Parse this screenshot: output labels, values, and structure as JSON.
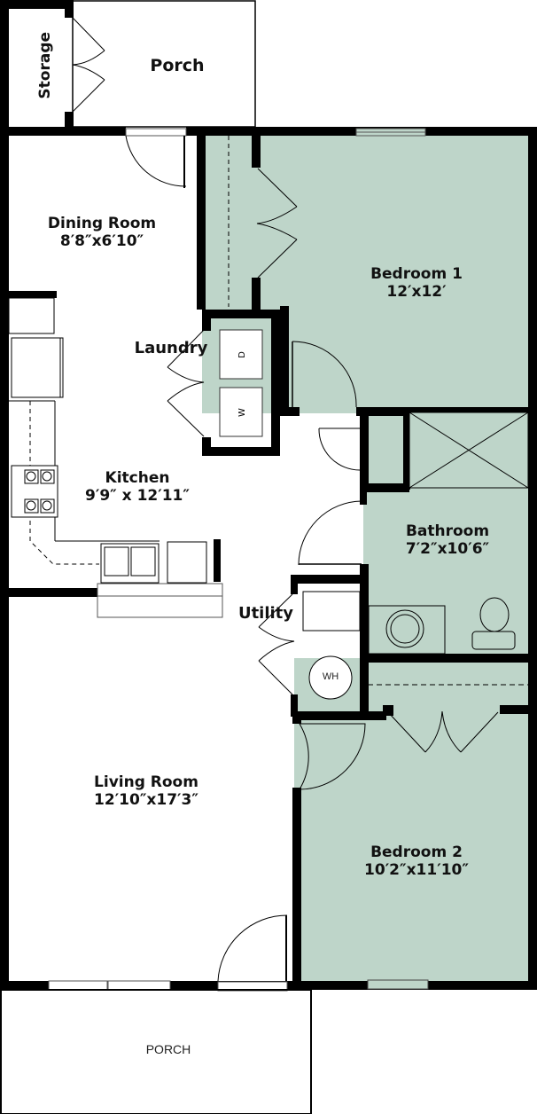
{
  "plan": {
    "colors": {
      "wall": "#000000",
      "bedroom_fill": "#bed5c9",
      "open_fill": "#ffffff",
      "text": "#111111"
    },
    "rooms": [
      {
        "id": "storage",
        "name": "Storage",
        "dims": ""
      },
      {
        "id": "porch_top",
        "name": "Porch",
        "dims": ""
      },
      {
        "id": "dining",
        "name": "Dining Room",
        "dims": "8′8″x6′10″"
      },
      {
        "id": "bedroom1",
        "name": "Bedroom 1",
        "dims": "12′x12′"
      },
      {
        "id": "laundry",
        "name": "Laundry",
        "dims": ""
      },
      {
        "id": "kitchen",
        "name": "Kitchen",
        "dims": "9′9″ x 12′11″"
      },
      {
        "id": "bathroom",
        "name": "Bathroom",
        "dims": "7′2″x10′6″"
      },
      {
        "id": "utility",
        "name": "Utility",
        "dims": ""
      },
      {
        "id": "living",
        "name": "Living Room",
        "dims": "12′10″x17′3″"
      },
      {
        "id": "bedroom2",
        "name": "Bedroom 2",
        "dims": "10′2″x11′10″"
      },
      {
        "id": "porch_bottom",
        "name": "PORCH",
        "dims": ""
      }
    ],
    "appliances": {
      "dryer": "D",
      "washer": "W",
      "water_heater": "WH"
    }
  }
}
